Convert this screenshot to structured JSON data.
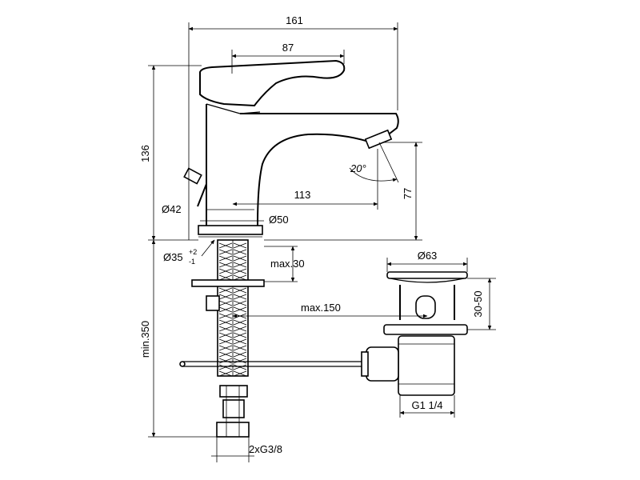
{
  "dimensions": {
    "width_161": "161",
    "lever_87": "87",
    "height_136": "136",
    "angle_20": "20°",
    "spout_113": "113",
    "spout_height_77": "77",
    "base_d42": "Ø42",
    "base_d50": "Ø50",
    "hole_d35": "Ø35",
    "hole_tol_plus": "+2",
    "hole_tol_minus": "-1",
    "max_30": "max.30",
    "max_150": "max.150",
    "min_350": "min.350",
    "drain_d63": "Ø63",
    "drain_30_50": "30-50",
    "drain_thread": "G1 1/4",
    "hose_thread": "2xG3/8"
  }
}
